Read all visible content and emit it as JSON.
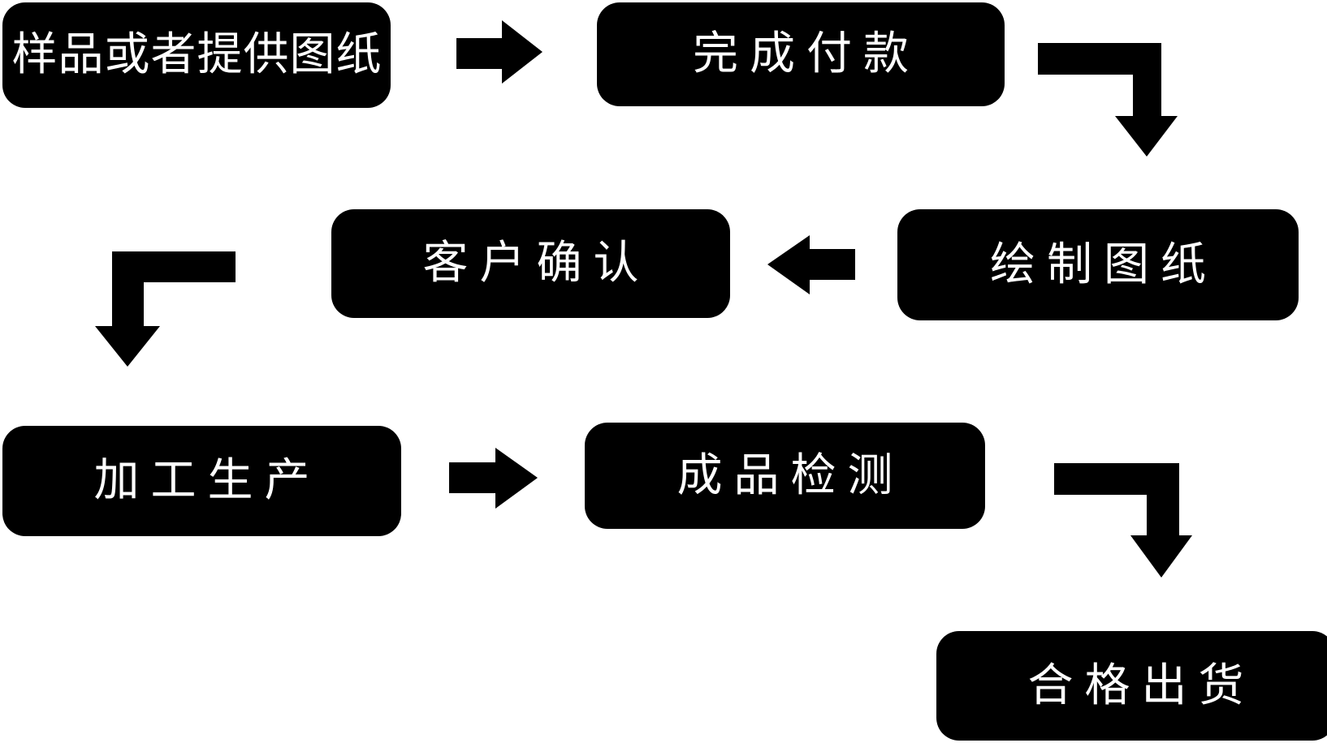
{
  "diagram": {
    "type": "flowchart",
    "colors": {
      "background": "#ffffff",
      "node_fill": "#000000",
      "node_text": "#ffffff",
      "arrow": "#000000"
    },
    "nodes": [
      {
        "label": "样品或者提供图纸"
      },
      {
        "label": "完成付款"
      },
      {
        "label": "绘制图纸"
      },
      {
        "label": "客户确认"
      },
      {
        "label": "加工生产"
      },
      {
        "label": "成品检测"
      },
      {
        "label": "合格出货"
      }
    ],
    "arrows": [
      {
        "from": "样品或者提供图纸",
        "to": "完成付款",
        "direction": "right"
      },
      {
        "from": "完成付款",
        "to": "绘制图纸",
        "direction": "down-elbow"
      },
      {
        "from": "绘制图纸",
        "to": "客户确认",
        "direction": "left"
      },
      {
        "from": "客户确认",
        "to": "加工生产",
        "direction": "down-elbow"
      },
      {
        "from": "加工生产",
        "to": "成品检测",
        "direction": "right"
      },
      {
        "from": "成品检测",
        "to": "合格出货",
        "direction": "down-elbow"
      }
    ]
  }
}
